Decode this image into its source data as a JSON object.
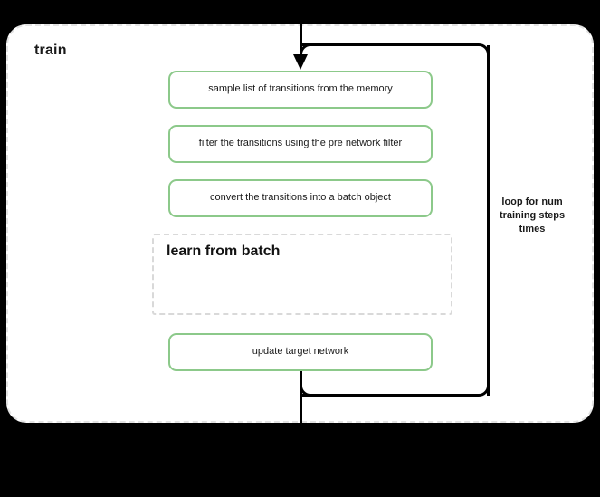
{
  "diagram": {
    "title": "train",
    "colors": {
      "process_border": "#8cc98a",
      "container_border": "#e3e3e3",
      "subblock_border": "#d9d9d9",
      "connector": "#000000",
      "canvas_background": "#000000",
      "container_background": "#ffffff"
    },
    "steps": [
      {
        "id": "sample",
        "label": "sample list of transitions from the memory"
      },
      {
        "id": "filter",
        "label": "filter the transitions using the pre network filter"
      },
      {
        "id": "convert",
        "label": "convert the transitions into a batch object"
      },
      {
        "id": "update",
        "label": "update target network"
      }
    ],
    "subblock": {
      "id": "learn-from-batch",
      "title": "learn from batch",
      "style": "dashed"
    },
    "loop": {
      "label": "loop for num training steps times",
      "label_lines": [
        "loop for num",
        "training steps",
        "times"
      ]
    }
  }
}
